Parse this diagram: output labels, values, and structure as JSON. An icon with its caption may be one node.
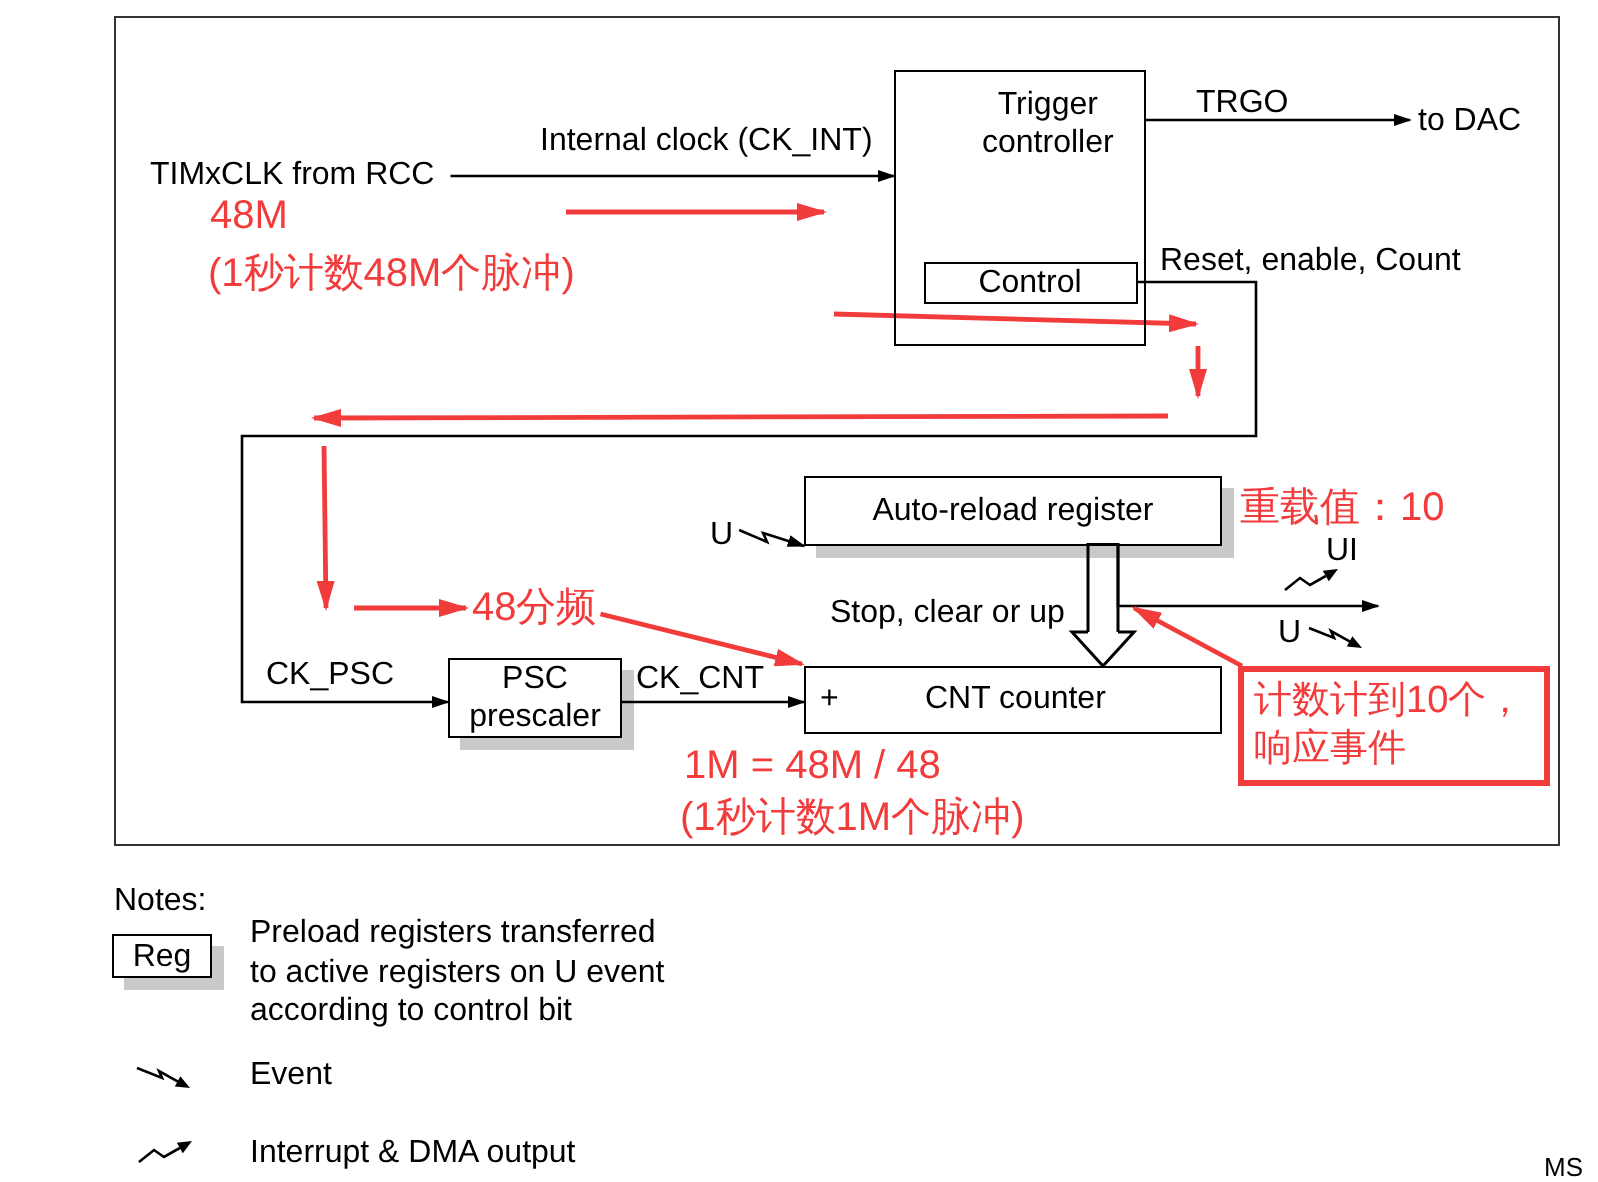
{
  "diagram": {
    "nodes": [
      {
        "text": [
          "TIMxCLK from RCC"
        ]
      },
      {
        "text": [
          "Trigger controller"
        ]
      },
      {
        "text": [
          "Control"
        ],
        "in": 1
      },
      {
        "text": [
          "to DAC"
        ]
      },
      {
        "text": [
          "Auto-reload register"
        ],
        "beside": [
          "重载值：10"
        ]
      },
      {
        "text": [
          "U"
        ]
      },
      {
        "text": [
          "48分频"
        ]
      },
      {
        "text": [
          "PSC prescaler"
        ]
      },
      {
        "text": [
          "+",
          "CNT counter"
        ]
      },
      {
        "text": [
          "计数计到10个，响应事件"
        ]
      }
    ],
    "edges": [
      {
        "from": 0,
        "to": 1,
        "arrow": "to",
        "label": "Internal clock (CK_INT)"
      },
      {
        "from": 1,
        "to": 3,
        "arrow": "to",
        "label": "TRGO"
      },
      {
        "from": 2,
        "to": 7,
        "arrow": "to",
        "label": "Reset, enable, Count"
      },
      {
        "from": 7,
        "to": 8,
        "arrow": "to",
        "label": "CK_CNT"
      },
      {
        "from": 5,
        "to": 4,
        "arrow": "to"
      },
      {
        "from": 4,
        "to": 8,
        "arrow": "to",
        "label": "Stop, clear or up"
      },
      {
        "from": 4,
        "to": null,
        "arrow": "to"
      },
      {
        "from": null,
        "to": 6,
        "arrow": "to",
        "color": "#f23c3c"
      },
      {
        "from": 6,
        "to": 8,
        "arrow": "to",
        "color": "#f23c3c"
      },
      {
        "from": 9,
        "to": 4,
        "arrow": "to",
        "color": "#f23c3c"
      }
    ],
    "labels": [
      "48M",
      "(1秒计数48M个脉冲)",
      "UI",
      "U",
      "CK_PSC",
      "1M = 48M / 48",
      "(1秒计数1M个脉冲)",
      "Notes:",
      "Reg",
      "MS"
    ],
    "legend": [
      {
        "text": "Preload registers transferred to active registers on U event according to control bit"
      },
      {
        "text": "Event"
      },
      {
        "text": "Interrupt & DMA output"
      }
    ]
  }
}
